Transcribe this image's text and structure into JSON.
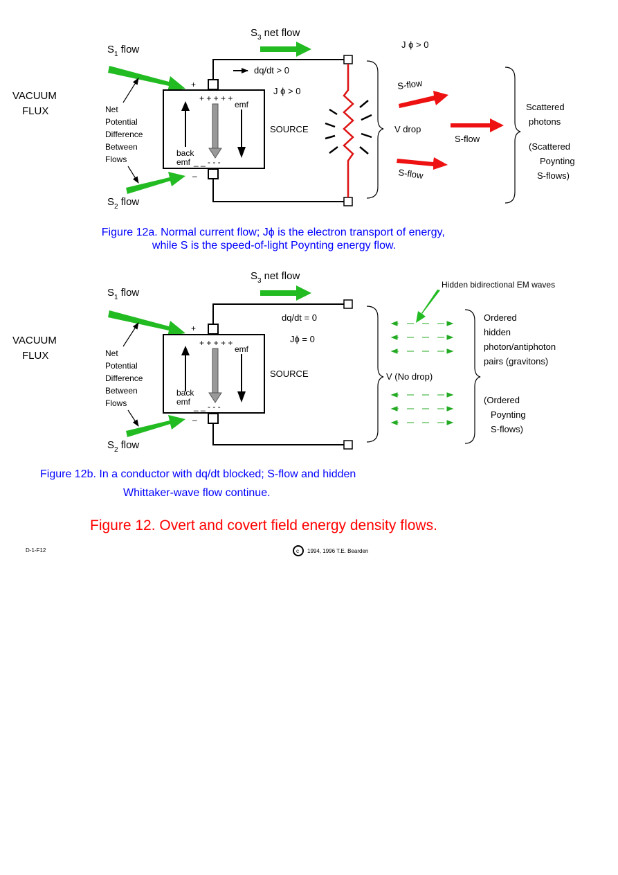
{
  "fig12a": {
    "s1_main": "S",
    "s1_sub": "1",
    "s1_flow": "flow",
    "s2_main": "S",
    "s2_sub": "2",
    "s2_flow": "flow",
    "s3_main": "S",
    "s3_sub": "3",
    "s3_flow": "net flow",
    "vacuum": "VACUUM",
    "flux": "FLUX",
    "net_lines": [
      "Net",
      "Potential",
      "Difference",
      "Between",
      "Flows"
    ],
    "dqdt": "dq/dt > 0",
    "jphi_top": "J ϕ > 0",
    "jphi_mid": "J ϕ > 0",
    "emf": "emf",
    "back": "back",
    "emf2": "emf",
    "source": "SOURCE",
    "plus_signs": "+ + + + +",
    "minus_signs": "_ _ - - -",
    "plus_terminal": "+",
    "minus_terminal": "–",
    "sflow_top": "S-flow",
    "sflow_bottom": "S-flow",
    "sflow_mid": "S-flow",
    "vdrop": "V  drop",
    "scattered_lines": [
      "Scattered",
      "photons"
    ],
    "scattered_paren_lines": [
      "(Scattered",
      "Poynting",
      "S-flows)"
    ],
    "caption_lines": [
      "Figure  12a.  Normal current flow; Jϕ  is the electron transport of energy,",
      "while S is the speed-of-light Poynting energy flow."
    ]
  },
  "fig12b": {
    "s1_main": "S",
    "s1_sub": "1",
    "s1_flow": "flow",
    "s2_main": "S",
    "s2_sub": "2",
    "s2_flow": "flow",
    "s3_main": "S",
    "s3_sub": "3",
    "s3_flow": "net flow",
    "vacuum": "VACUUM",
    "flux": "FLUX",
    "net_lines": [
      "Net",
      "Potential",
      "Difference",
      "Between",
      "Flows"
    ],
    "dqdt": "dq/dt = 0",
    "jphi": "Jϕ = 0",
    "emf": "emf",
    "back": "back",
    "emf2": "emf",
    "source": "SOURCE",
    "plus_signs": "+ + + + +",
    "minus_signs": "_ _ - - -",
    "plus_terminal": "+",
    "minus_terminal": "–",
    "hidden_waves": "Hidden bidirectional EM waves",
    "vnodrop": "V  (No drop)",
    "ordered_lines": [
      "Ordered",
      "hidden",
      "photon/antiphoton",
      "pairs (gravitons)"
    ],
    "ordered_paren_lines": [
      "(Ordered",
      "Poynting",
      "S-flows)"
    ],
    "caption_lines": [
      "Figure  12b.  In a conductor with dq/dt blocked; S-flow and hidden",
      "Whittaker-wave flow continue."
    ]
  },
  "main_caption": "Figure  12.  Overt and covert field energy density flows.",
  "doc_id": "D-1-F12",
  "copyright_symbol": "c",
  "copyright": "1994, 1996 T.E. Bearden",
  "colors": {
    "green": "#22bb22",
    "red": "#ee1111",
    "blue": "#0000ff",
    "caption_red": "#ff0000",
    "gray": "#999999"
  }
}
